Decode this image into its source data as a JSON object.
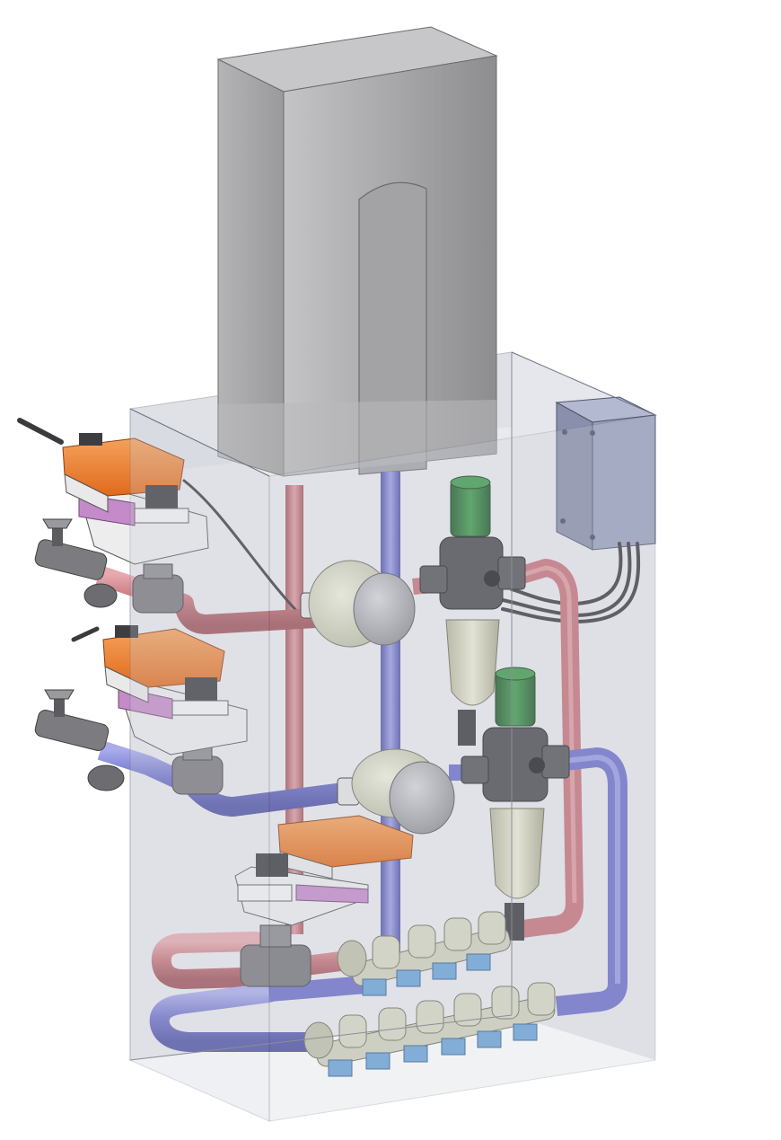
{
  "model": {
    "colors": {
      "background": "#ffffff",
      "cabinet_glass": "#c9ccd6",
      "cabinet_edge": "#6f7280",
      "housing": "#a9a9ab",
      "housing_dark": "#8f8f91",
      "hot_pipe": "#c6727a",
      "hot_pipe_highlight": "#e6a9ae",
      "cold_pipe": "#6c6fc9",
      "cold_pipe_highlight": "#a9abeb",
      "actuator_orange": "#f07a2a",
      "actuator_white": "#f1f1f1",
      "actuator_violet": "#c48ac9",
      "valve_body": "#7c7c80",
      "pump_body": "#dadcc6",
      "pump_cap": "#b5b5b8",
      "filter_green": "#2f7a3c",
      "filter_bowl": "#d9d8c0",
      "filter_head": "#4a4a4e",
      "junction_box": "#9aa0bc",
      "manifold_body": "#cfd1bc",
      "manifold_port": "#6aa3d8",
      "cable": "#3b3b3f"
    },
    "icons": {
      "cabinet": "transparent-cabinet",
      "housing": "heater-housing",
      "actuator": "motorized-actuator",
      "pump": "circulation-pump",
      "filter": "water-filter",
      "box": "electrical-junction-box",
      "manifold": "distribution-manifold",
      "valve": "ball-valve"
    }
  }
}
